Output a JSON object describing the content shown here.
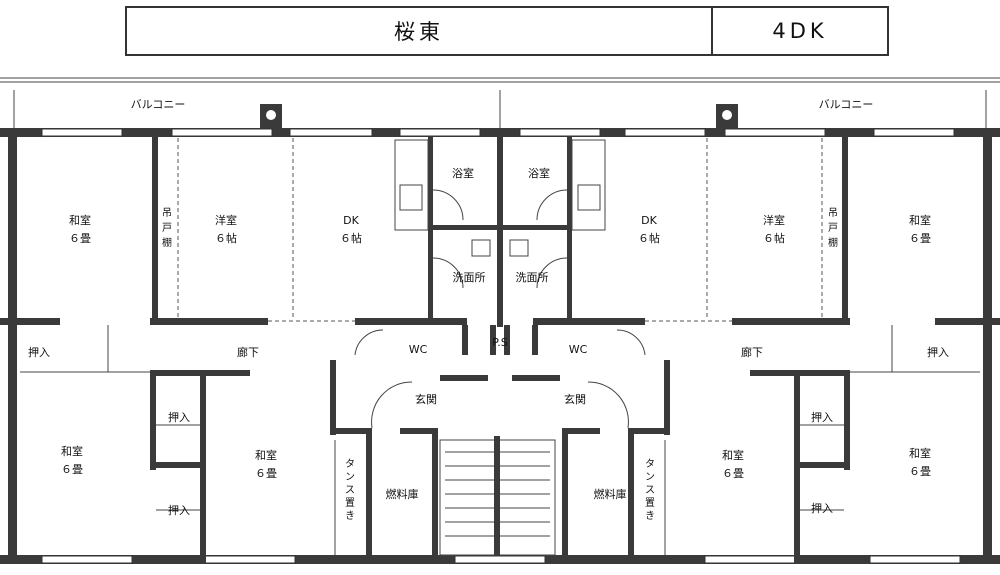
{
  "header": {
    "building": "桜東",
    "layout": "4DK"
  },
  "balcony": {
    "left": "バルコニー",
    "right": "バルコニー"
  },
  "rooms": {
    "washitsu": "和室",
    "size6jo": "６畳",
    "youshitsu": "洋室",
    "size6jo_fl": "６帖",
    "dk": "DK",
    "bath": "浴室",
    "washroom": "洗面所",
    "wc": "WC",
    "ps": "P.S",
    "hall": "廊下",
    "entrance": "玄関",
    "closet": "押入",
    "hanging_shelf": [
      "吊",
      "戸",
      "棚"
    ],
    "tansu": [
      "タ",
      "ン",
      "ス",
      "置",
      "き"
    ],
    "fuel": "燃料庫"
  }
}
